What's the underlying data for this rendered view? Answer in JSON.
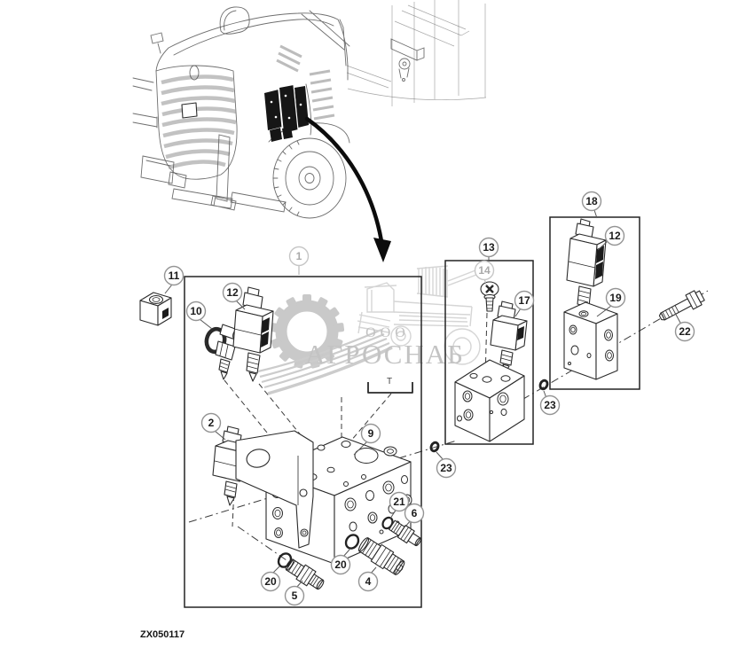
{
  "page": {
    "caption": "ZX050117",
    "background_color": "#ffffff"
  },
  "watermark": {
    "org_form": "ООО",
    "company": "АГРОСНАБ",
    "text_color": "#c3c3c3",
    "icons": [
      "gear-icon",
      "combine-harvester-icon",
      "leaf-spring-icon"
    ]
  },
  "diagram": {
    "line_color": "#2a2a2a",
    "port_label": "T",
    "callouts": [
      {
        "label": "1",
        "faded": true
      },
      {
        "label": "11"
      },
      {
        "label": "10"
      },
      {
        "label": "12"
      },
      {
        "label": "2"
      },
      {
        "label": "9"
      },
      {
        "label": "21"
      },
      {
        "label": "6"
      },
      {
        "label": "20"
      },
      {
        "label": "5"
      },
      {
        "label": "20"
      },
      {
        "label": "4"
      },
      {
        "label": "13"
      },
      {
        "label": "14",
        "faded": true
      },
      {
        "label": "17"
      },
      {
        "label": "23"
      },
      {
        "label": "23"
      },
      {
        "label": "18"
      },
      {
        "label": "12"
      },
      {
        "label": "19"
      },
      {
        "label": "22"
      }
    ]
  }
}
